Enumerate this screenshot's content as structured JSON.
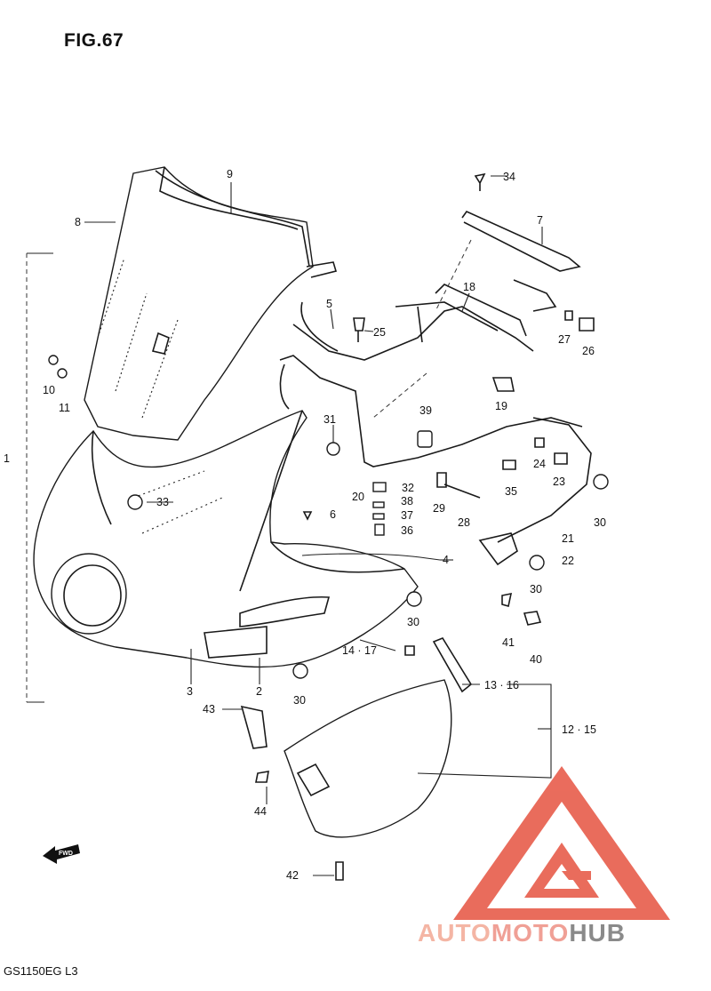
{
  "figure": {
    "title": "FIG.67",
    "footer_code": "GS1150EG L3"
  },
  "watermark": {
    "text_part1": "AUTO",
    "text_part2": "MOTO",
    "text_part3": "HUB",
    "color_main": "#e8604f",
    "color_light": "#f4b5a4",
    "color_gray": "#8a8a8a"
  },
  "fwd_arrow": {
    "label": "FWD"
  },
  "callouts": {
    "c1": "1",
    "c2": "2",
    "c3": "3",
    "c4": "4",
    "c5": "5",
    "c6": "6",
    "c7": "7",
    "c8": "8",
    "c9": "9",
    "c10": "10",
    "c11": "11",
    "c12_15": "12 · 15",
    "c13_16": "13 · 16",
    "c14_17": "14 · 17",
    "c18": "18",
    "c19": "19",
    "c20": "20",
    "c21": "21",
    "c22": "22",
    "c23": "23",
    "c24": "24",
    "c25": "25",
    "c26": "26",
    "c27": "27",
    "c28": "28",
    "c29": "29",
    "c30a": "30",
    "c30b": "30",
    "c30c": "30",
    "c30d": "30",
    "c31": "31",
    "c32": "32",
    "c33": "33",
    "c34": "34",
    "c35": "35",
    "c36": "36",
    "c37": "37",
    "c38": "38",
    "c39": "39",
    "c40": "40",
    "c41": "41",
    "c42": "42",
    "c43": "43",
    "c44": "44"
  }
}
